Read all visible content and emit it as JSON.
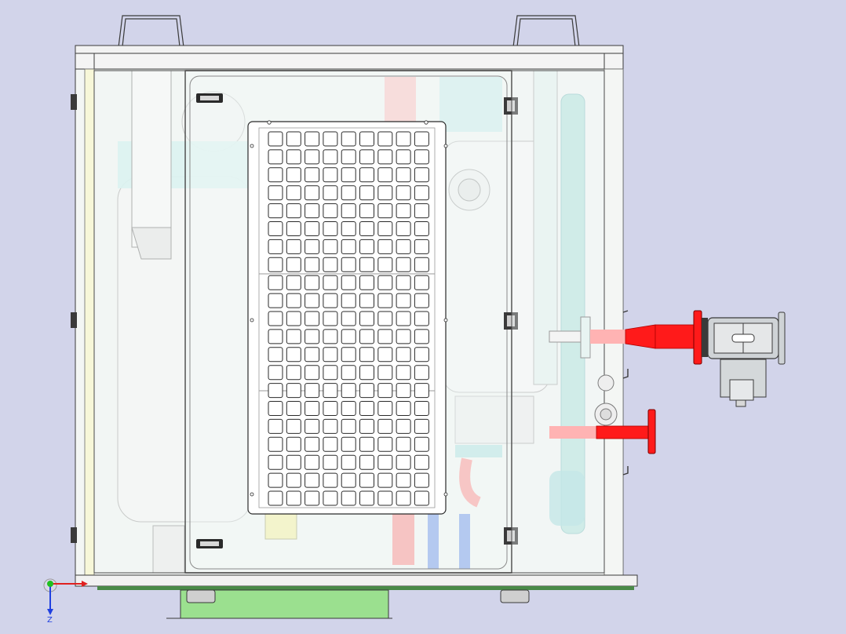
{
  "viewport": {
    "background_color": "#d2d4ea"
  },
  "axis_triad": {
    "z_label": "Z",
    "x_color": "#e02020",
    "y_color": "#20c020",
    "z_color": "#2040e0"
  },
  "colors": {
    "frame": "#f2f2f2",
    "outline": "#3a3a3a",
    "glass": "#eef4f0",
    "tank": "#f4f4f4",
    "pipe_red": "#ff1a1a",
    "pipe_red_faded": "#ffb3b3",
    "pipe_cyan": "#aee0e0",
    "pipe_blue": "#5580e0",
    "base_green": "#9be08f",
    "panel_face": "#ffffff",
    "pump_metal": "#cfd3d6",
    "yellow_box": "#f6ef9a"
  },
  "filter_panel": {
    "columns": 9,
    "rows": 21
  }
}
